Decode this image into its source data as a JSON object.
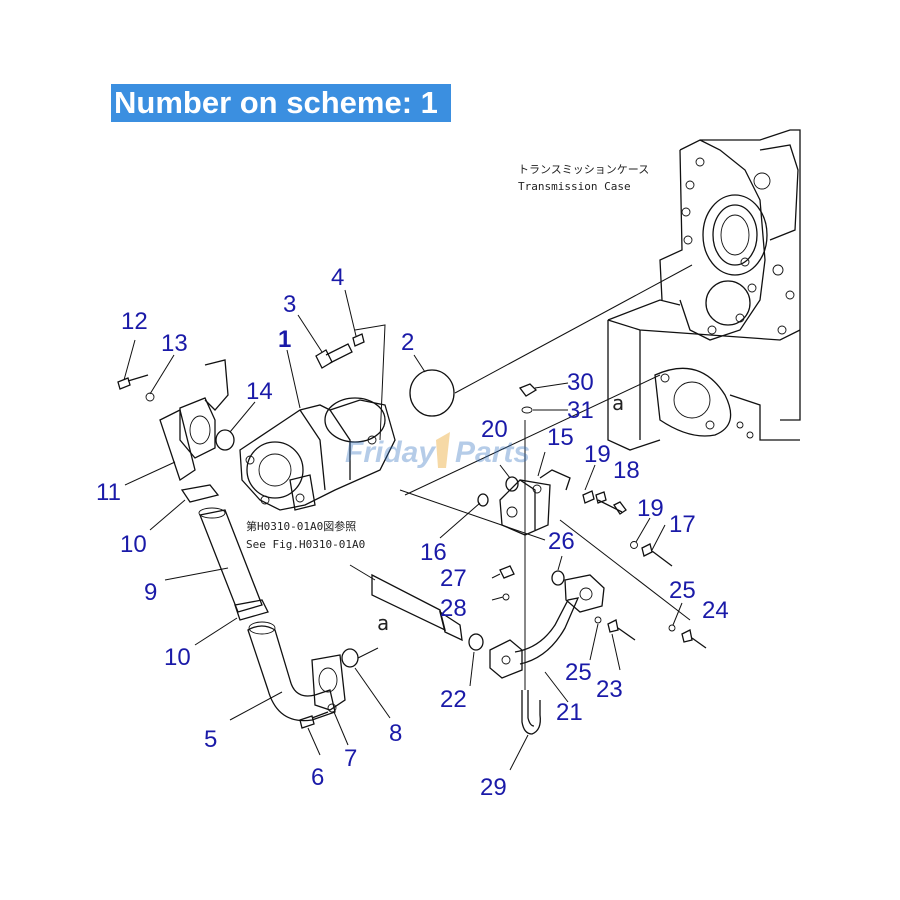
{
  "banner": {
    "text": "Number on scheme: 1"
  },
  "annotations": {
    "transmission_case_jp": "トランスミッションケース",
    "transmission_case_en": "Transmission Case",
    "see_fig_jp": "第H0310-01A0図参照",
    "see_fig_en": "See Fig.H0310-01A0",
    "ref_a1": "a",
    "ref_a2": "a"
  },
  "watermark": {
    "part1": "Friday",
    "part2": "Parts"
  },
  "callouts": {
    "c1": "1",
    "c2": "2",
    "c3": "3",
    "c4": "4",
    "c5": "5",
    "c6": "6",
    "c7": "7",
    "c8": "8",
    "c9": "9",
    "c10a": "10",
    "c10b": "10",
    "c11": "11",
    "c12": "12",
    "c13": "13",
    "c14": "14",
    "c15": "15",
    "c16": "16",
    "c17": "17",
    "c18": "18",
    "c19a": "19",
    "c19b": "19",
    "c20": "20",
    "c21": "21",
    "c22": "22",
    "c23": "23",
    "c24": "24",
    "c25a": "25",
    "c25b": "25",
    "c26": "26",
    "c27": "27",
    "c28": "28",
    "c29": "29",
    "c30": "30",
    "c31": "31"
  }
}
